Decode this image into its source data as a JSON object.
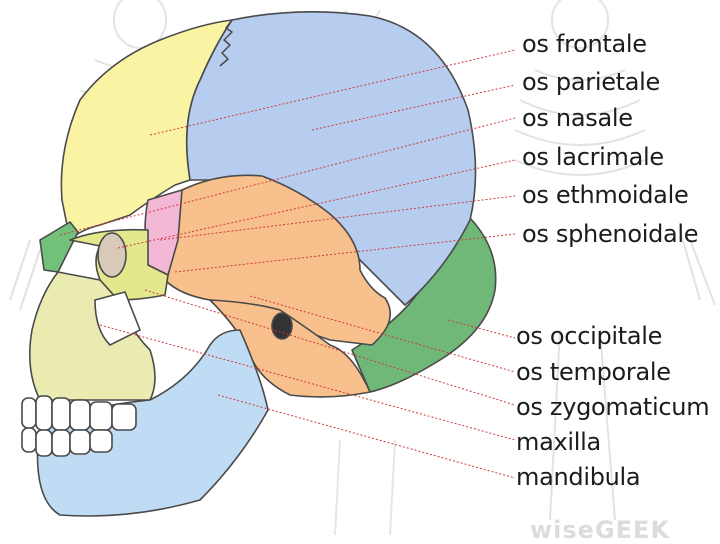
{
  "labels": [
    {
      "id": "frontale",
      "text": "os frontale"
    },
    {
      "id": "parietale",
      "text": "os parietale"
    },
    {
      "id": "nasale",
      "text": "os nasale"
    },
    {
      "id": "lacrimale",
      "text": "os lacrimale"
    },
    {
      "id": "ethmoidale",
      "text": "os ethmoidale"
    },
    {
      "id": "sphenoidale",
      "text": "os sphenoidale"
    },
    {
      "id": "occipitale",
      "text": "os occipitale"
    },
    {
      "id": "temporale",
      "text": "os temporale"
    },
    {
      "id": "zygomaticum",
      "text": "os zygomaticum"
    },
    {
      "id": "maxilla",
      "text": "maxilla"
    },
    {
      "id": "mandibula",
      "text": "mandibula"
    }
  ],
  "watermark": "wiseGEEK",
  "colors": {
    "frontale": "#fbf3a4",
    "parietale": "#b6cdef",
    "nasale": "#72c07a",
    "lacrimale": "#f08a6a",
    "ethmoidale": "#f3b8d5",
    "sphenoidale": "#f8c08c",
    "occipitale": "#6fb878",
    "temporale": "#f8c08c",
    "zygomaticum": "#e4e88d",
    "maxilla": "#e9ebb0",
    "mandibula": "#bfdcf4",
    "leader_line": "#d13a3a",
    "outline": "#4a4a4a"
  }
}
